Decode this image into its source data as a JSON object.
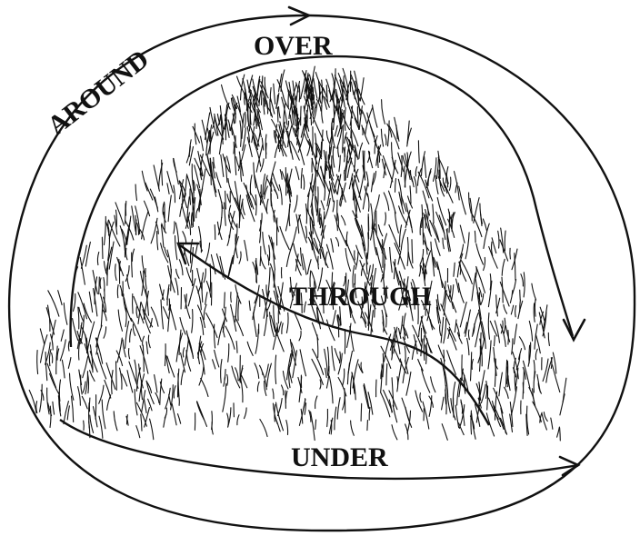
{
  "labels": {
    "around": "AROUND",
    "over": "OVER",
    "through": "THROUGH",
    "under": "UNDER"
  },
  "colors": {
    "ink": "#111111",
    "background": "#ffffff"
  },
  "icons": [
    "arrow-head-icon"
  ]
}
